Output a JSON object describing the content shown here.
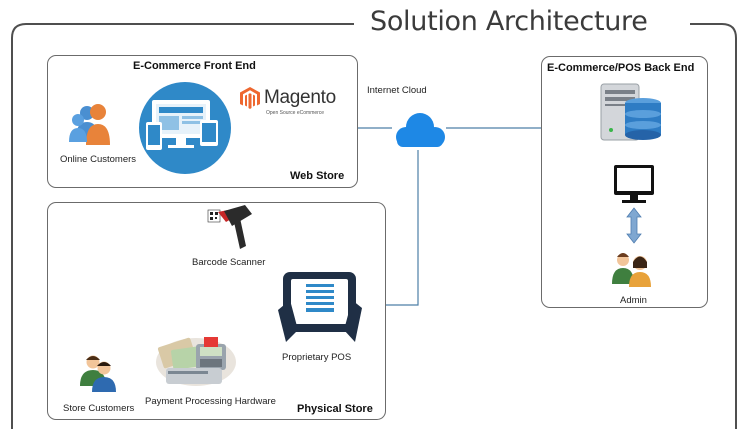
{
  "title": "Solution Architecture",
  "frontend": {
    "header": "E-Commerce Front End",
    "footer": "Web Store",
    "customers_label": "Online Customers",
    "logo_word": "Magento",
    "logo_sub": "Open Source eCommerce"
  },
  "cloud": {
    "label": "Internet Cloud"
  },
  "backend": {
    "header": "E-Commerce/POS Back End",
    "admin_label": "Admin"
  },
  "store": {
    "footer": "Physical Store",
    "scanner_label": "Barcode Scanner",
    "pos_label": "Proprietary POS",
    "payment_label": "Payment Processing Hardware",
    "customers_label": "Store Customers"
  },
  "colors": {
    "frame": "#4f4f4f",
    "line": "#4e7fa7",
    "cloud": "#1e88e5",
    "icon_blue": "#2f89c8",
    "magento": "#ee672f",
    "customer_orange": "#e8833a",
    "customer_blue": "#4a8fd1"
  }
}
